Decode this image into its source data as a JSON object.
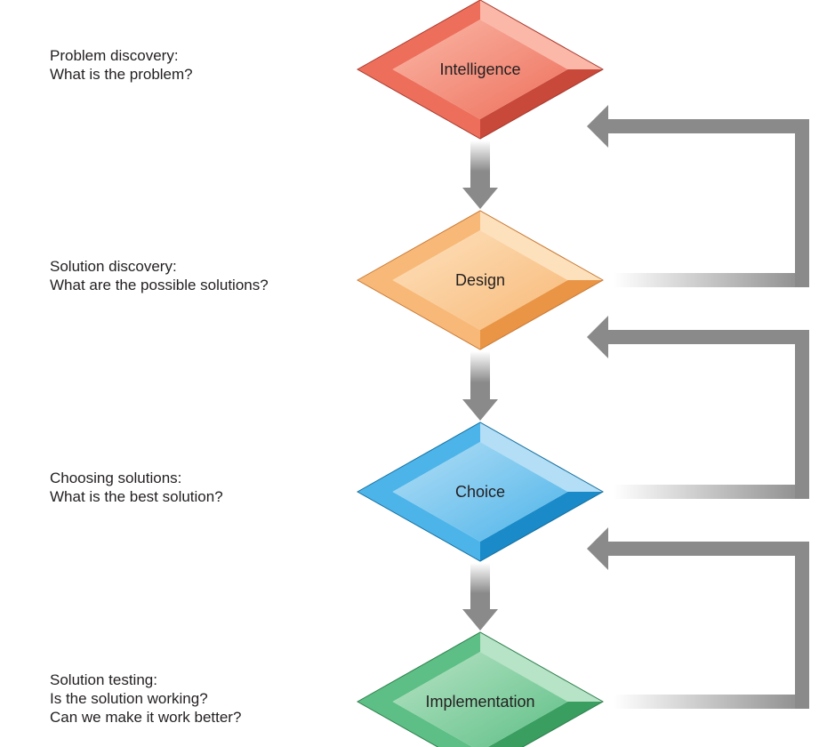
{
  "stages": [
    {
      "name": "Intelligence",
      "description": [
        "Problem discovery:",
        "What is the problem?"
      ],
      "colors": {
        "light": "#fbb8a8",
        "mid": "#ed6f5b",
        "dark": "#c8483a",
        "edge": "#a83a2e"
      }
    },
    {
      "name": "Design",
      "description": [
        "Solution discovery:",
        "What are the possible solutions?"
      ],
      "colors": {
        "light": "#fde1bd",
        "mid": "#f8b978",
        "dark": "#e99545",
        "edge": "#c97a35"
      }
    },
    {
      "name": "Choice",
      "description": [
        "Choosing solutions:",
        "What is the best solution?"
      ],
      "colors": {
        "light": "#b3def6",
        "mid": "#4db4e9",
        "dark": "#1a8ac9",
        "edge": "#146f9f"
      }
    },
    {
      "name": "Implementation",
      "description": [
        "Solution testing:",
        "Is the solution working?",
        "Can we make it work better?"
      ],
      "colors": {
        "light": "#b7e3c6",
        "mid": "#5dbf85",
        "dark": "#3a9e60",
        "edge": "#2d7f4c"
      }
    }
  ],
  "arrow_color": "#8a8a8a"
}
